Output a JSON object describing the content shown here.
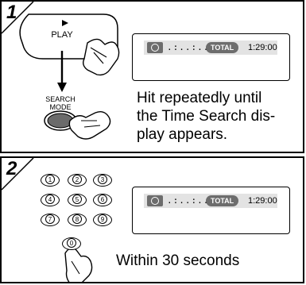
{
  "step1": {
    "number": "1",
    "play_label": "PLAY",
    "search_mode_line1": "SEARCH",
    "search_mode_line2": "MODE",
    "display": {
      "dots": ".:..:..",
      "total_badge": "TOTAL",
      "time": "1:29:00"
    },
    "instruction_lines": [
      "Hit repeatedly until",
      "the Time Search dis-",
      "play appears."
    ]
  },
  "step2": {
    "number": "2",
    "keypad": [
      "1",
      "2",
      "3",
      "4",
      "5",
      "6",
      "7",
      "8",
      "9",
      "0"
    ],
    "display": {
      "dots": ".:..:..",
      "total_badge": "TOTAL",
      "time": "1:29:00"
    },
    "instruction": "Within 30 seconds"
  },
  "colors": {
    "lcd_background": "#e3e3e3",
    "badge_fill": "#6d6d6d",
    "border": "#000000"
  }
}
